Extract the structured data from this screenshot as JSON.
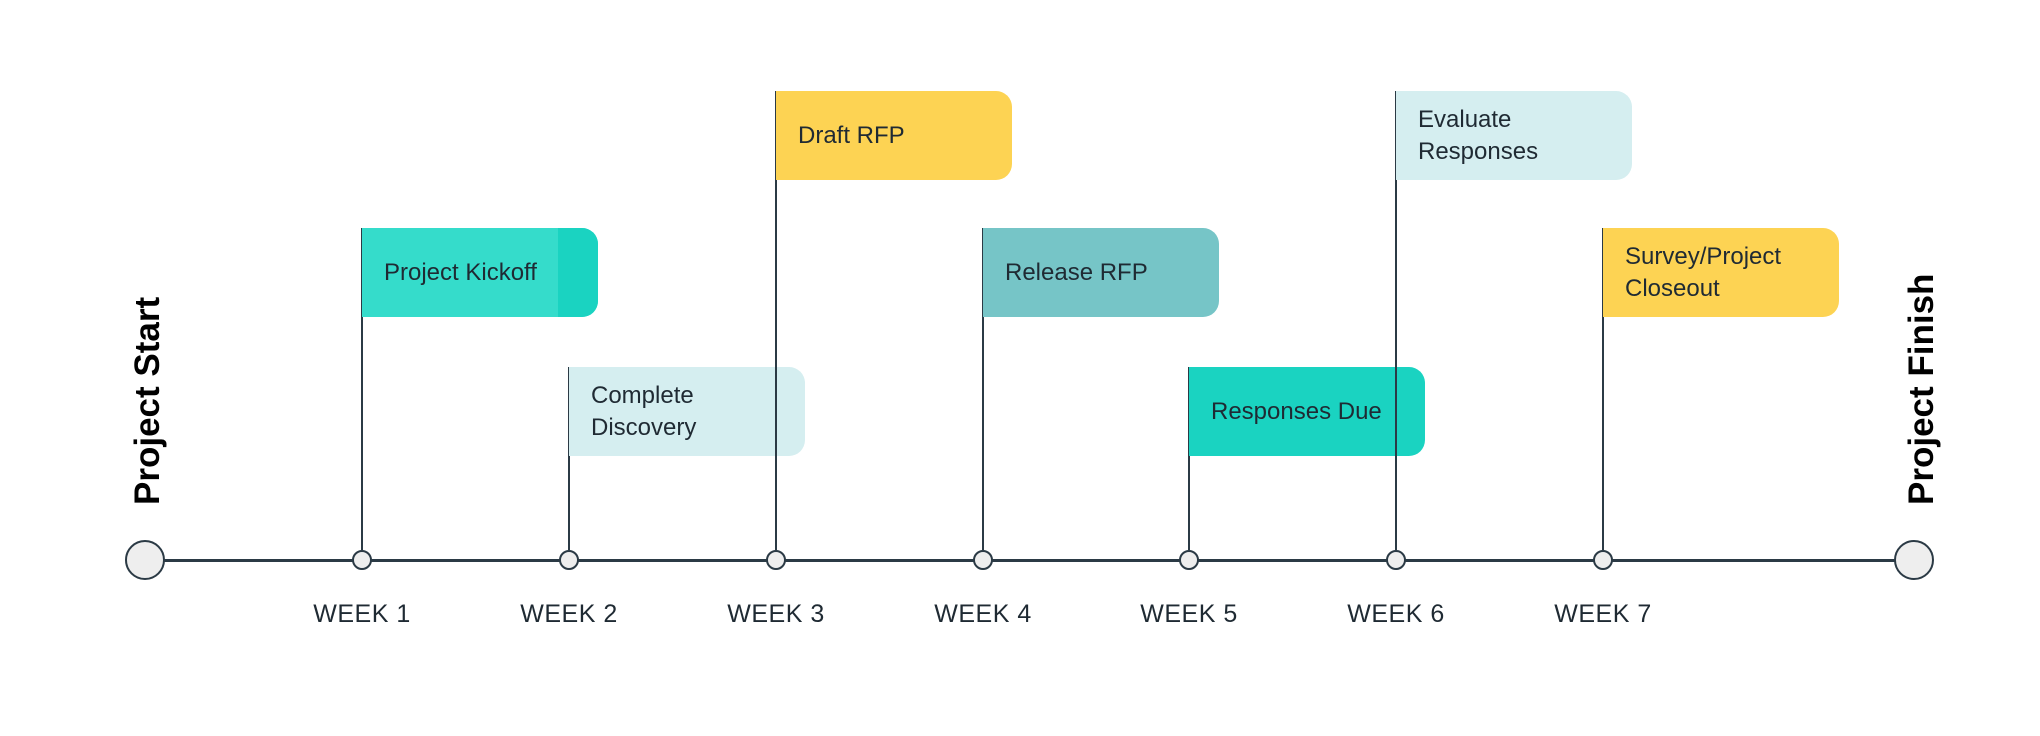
{
  "timeline": {
    "start_label": "Project Start",
    "finish_label": "Project Finish",
    "weeks": [
      "WEEK 1",
      "WEEK 2",
      "WEEK 3",
      "WEEK 4",
      "WEEK 5",
      "WEEK 6",
      "WEEK 7"
    ],
    "milestones": [
      {
        "label": "Project Kickoff",
        "week": "WEEK 1",
        "color": "#35dccb",
        "accent_color": "#1ad3c1",
        "row": 2
      },
      {
        "label": "Complete\nDiscovery",
        "week": "WEEK 2",
        "color": "#d5eef0",
        "row": 3
      },
      {
        "label": "Draft RFP",
        "week": "WEEK 3",
        "color": "#fdd353",
        "row": 1
      },
      {
        "label": "Release RFP",
        "week": "WEEK 4",
        "color": "#76c5c7",
        "row": 2
      },
      {
        "label": "Responses Due",
        "week": "WEEK 5",
        "color": "#1ad3c1",
        "row": 3
      },
      {
        "label": "Evaluate\nResponses",
        "week": "WEEK 6",
        "color": "#d5eef0",
        "row": 1
      },
      {
        "label": "Survey/Project\nCloseout",
        "week": "WEEK 7",
        "color": "#fdd353",
        "row": 2
      }
    ],
    "axis_color": "#2b3a45"
  }
}
